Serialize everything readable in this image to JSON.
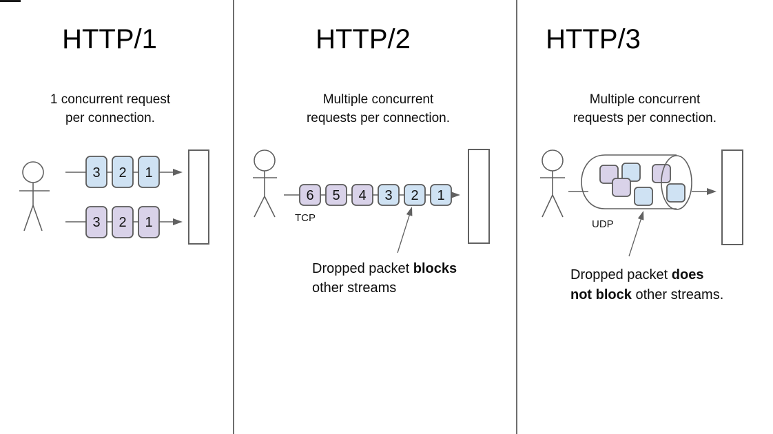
{
  "columns": [
    {
      "title": "HTTP/1",
      "subtitle": {
        "line1": "1 concurrent request",
        "line2": "per connection."
      },
      "rows": [
        {
          "stream": "blue",
          "packets": [
            "3",
            "2",
            "1"
          ]
        },
        {
          "stream": "purple",
          "packets": [
            "3",
            "2",
            "1"
          ]
        }
      ]
    },
    {
      "title": "HTTP/2",
      "subtitle": {
        "line1": "Multiple concurrent",
        "line2": "requests per connection."
      },
      "protocol_label": "TCP",
      "packets": [
        {
          "label": "6",
          "color": "purple"
        },
        {
          "label": "5",
          "color": "purple"
        },
        {
          "label": "4",
          "color": "purple"
        },
        {
          "label": "3",
          "color": "blue"
        },
        {
          "label": "2",
          "color": "blue"
        },
        {
          "label": "1",
          "color": "blue"
        }
      ],
      "caption": {
        "line1": [
          {
            "t": "Dropped packet "
          },
          {
            "t": "blocks",
            "bold": true
          }
        ],
        "line2": [
          {
            "t": "other streams"
          }
        ]
      }
    },
    {
      "title": "HTTP/3",
      "subtitle": {
        "line1": "Multiple concurrent",
        "line2": "requests per connection."
      },
      "protocol_label": "UDP",
      "caption": {
        "line1": [
          {
            "t": "Dropped packet "
          },
          {
            "t": "does",
            "bold": true
          }
        ],
        "line2": [
          {
            "t": "not block",
            "bold": true
          },
          {
            "t": " other streams."
          }
        ]
      }
    }
  ],
  "colors": {
    "packet_blue": "#cfe2f3",
    "packet_purple": "#d9d2e9",
    "outline": "#616161",
    "divider": "#6e6e6e",
    "text": "#111111"
  }
}
